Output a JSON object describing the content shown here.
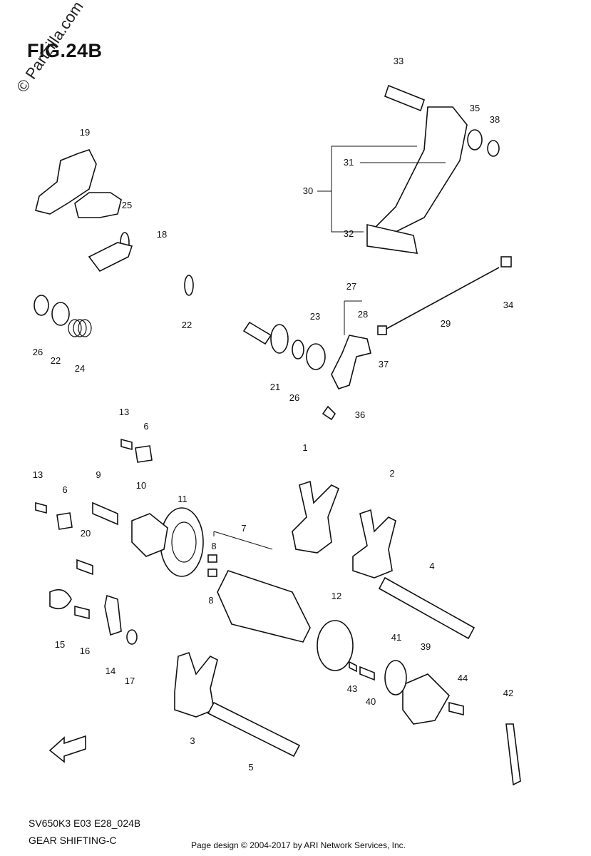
{
  "figure_title": "FIG.24B",
  "model_code": "SV650K3 E03 E28_024B",
  "subtitle": "GEAR SHIFTING-C",
  "copyright": "Page design © 2004-2017 by ARI Network Services, Inc.",
  "watermark": "© Partzilla.com",
  "fwd_label": "FWD",
  "callouts": [
    "1",
    "2",
    "3",
    "4",
    "5",
    "6",
    "6",
    "7",
    "8",
    "8",
    "9",
    "10",
    "11",
    "12",
    "13",
    "13",
    "14",
    "15",
    "16",
    "17",
    "18",
    "19",
    "20",
    "21",
    "22",
    "22",
    "23",
    "24",
    "25",
    "26",
    "26",
    "27",
    "28",
    "29",
    "30",
    "31",
    "32",
    "33",
    "34",
    "35",
    "36",
    "37",
    "38",
    "39",
    "40",
    "41",
    "42",
    "43",
    "44"
  ]
}
